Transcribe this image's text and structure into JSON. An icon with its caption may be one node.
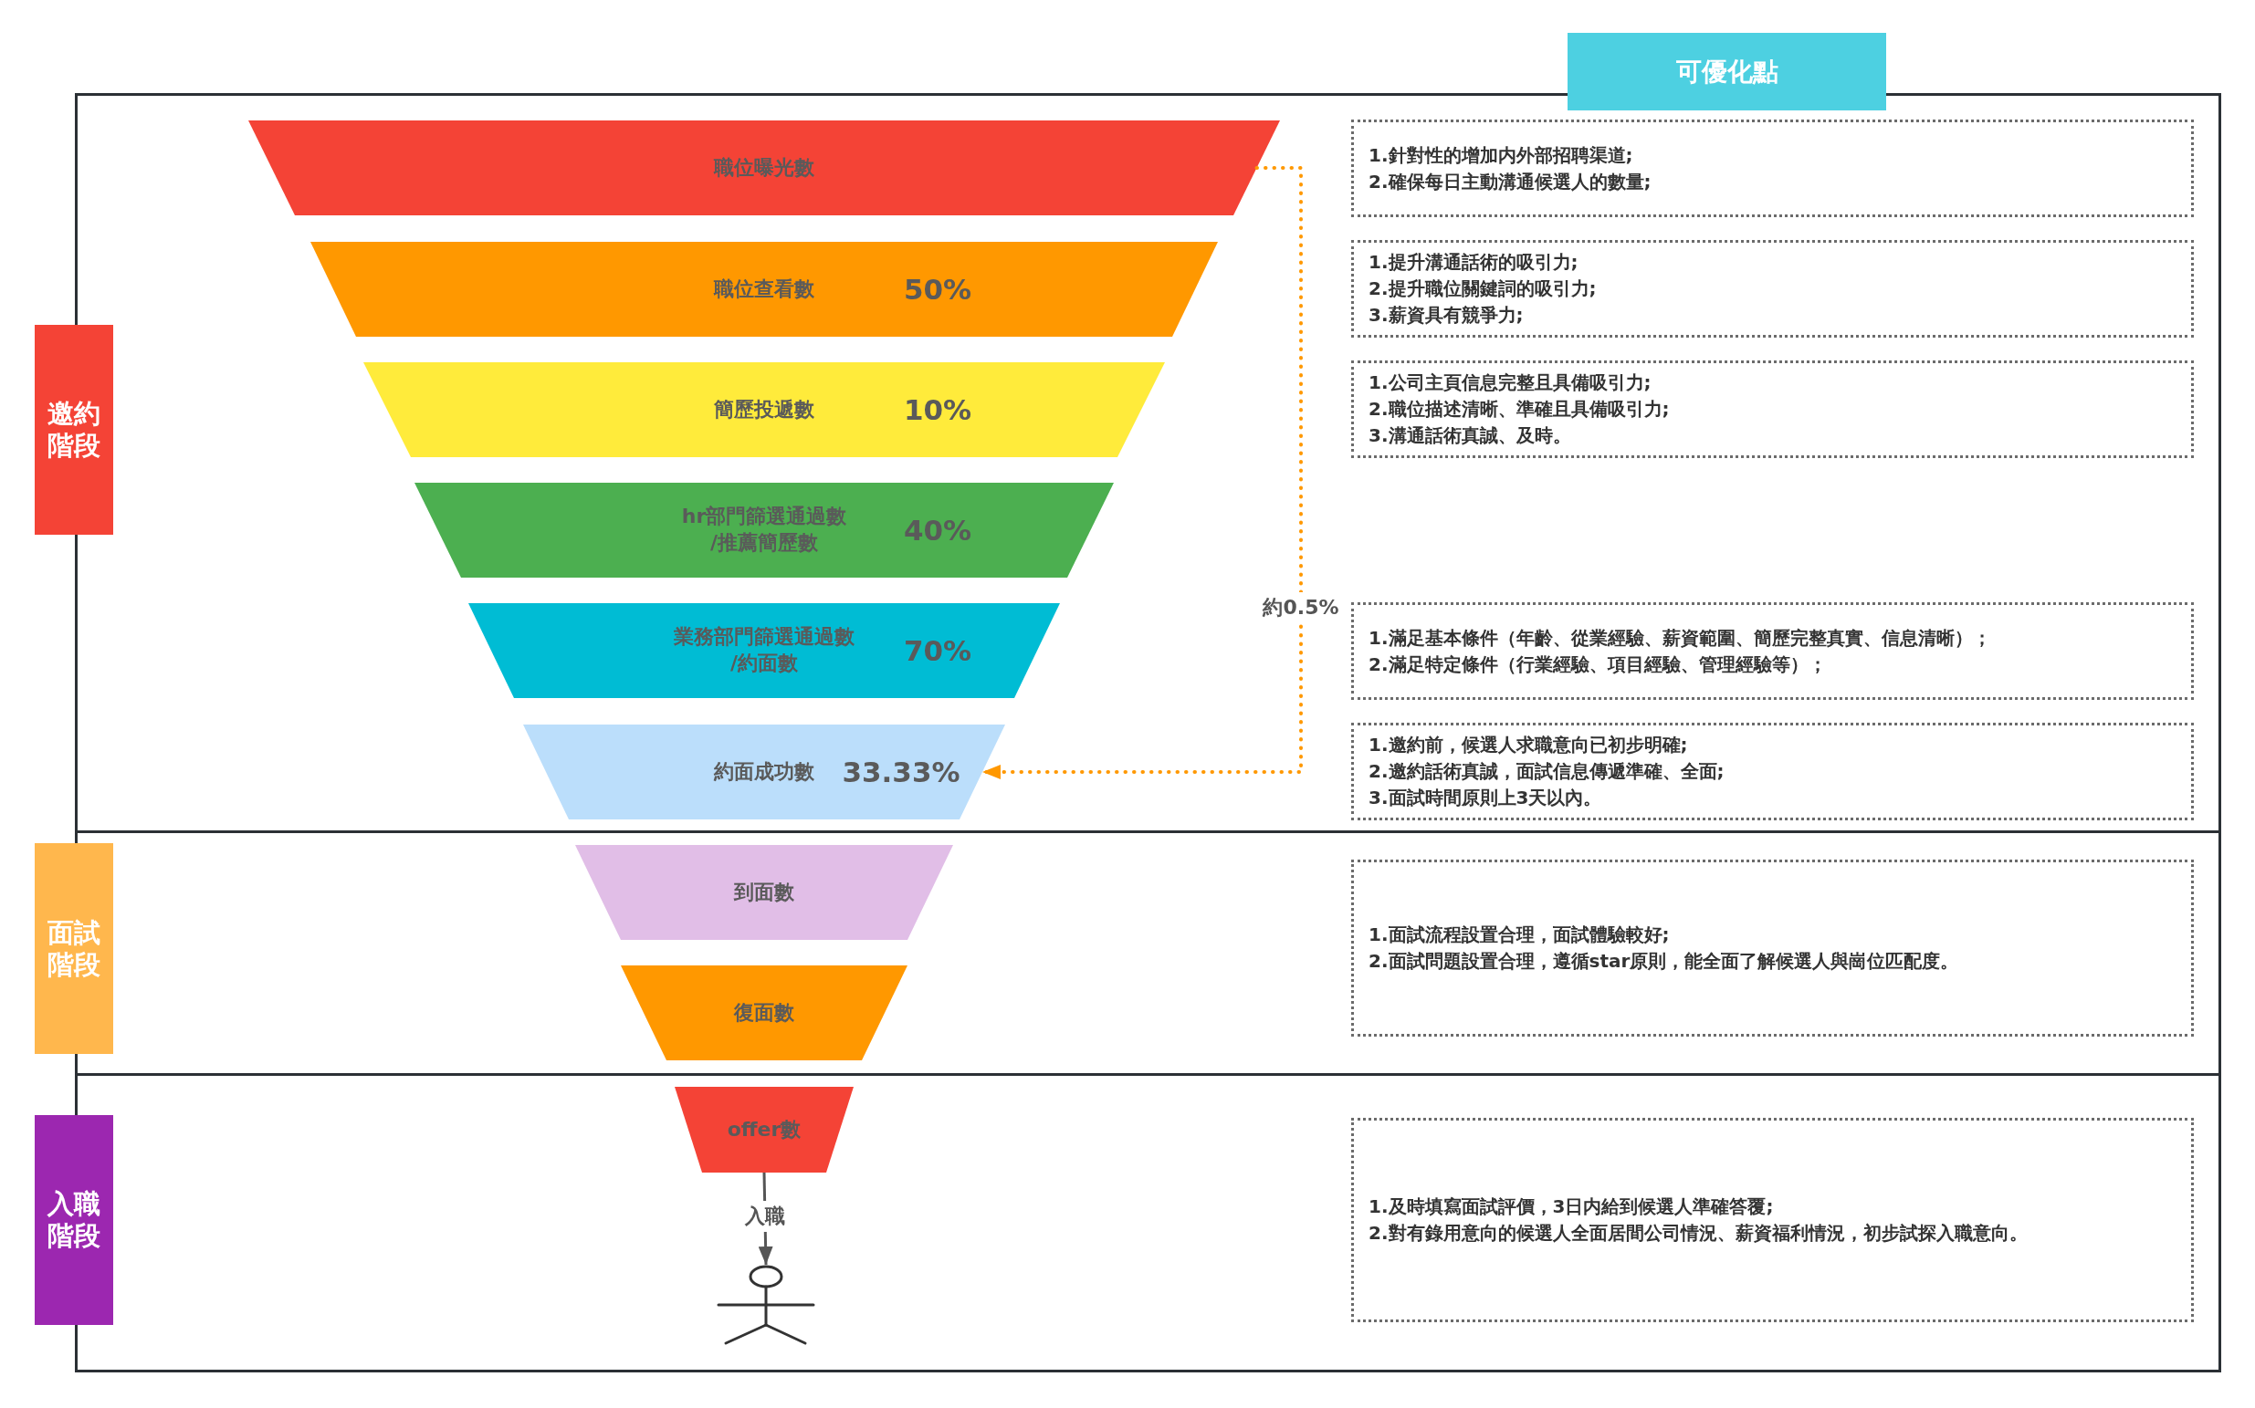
{
  "diagram": {
    "nodes": [
      {
        "text": [
          "可優化點"
        ]
      },
      {
        "text": [
          "邀約階段"
        ]
      },
      {
        "text": [
          "面試階段"
        ]
      },
      {
        "text": [
          "入職階段"
        ]
      },
      {
        "text": [
          "職位曝光數"
        ]
      },
      {
        "text": [
          "職位查看數",
          "50%"
        ]
      },
      {
        "text": [
          "簡歷投遞數",
          "10%"
        ]
      },
      {
        "text": [
          "hr部門篩選通過數/推薦簡歷數",
          "40%"
        ]
      },
      {
        "text": [
          "業務部門篩選通過數/約面數",
          "70%"
        ]
      },
      {
        "text": [
          "約面成功數",
          "33.33%"
        ]
      },
      {
        "text": [
          "到面數"
        ]
      },
      {
        "text": [
          "復面數"
        ]
      },
      {
        "text": [
          "offer數"
        ]
      },
      {
        "text": [],
        "shape": "person"
      },
      {
        "text": [
          "1.針對性的增加内外部招聘渠道;",
          "2.確保每日主動溝通候選人的數量;"
        ]
      },
      {
        "text": [
          "1.提升溝通話術的吸引力;",
          "2.提升職位關鍵詞的吸引力;",
          "3.薪資具有競爭力;"
        ]
      },
      {
        "text": [
          "1.公司主頁信息完整且具備吸引力;",
          "2.職位描述清晰、準確且具備吸引力;",
          "3.溝通話術真誠、及時。"
        ]
      },
      {
        "text": [
          "1.滿足基本條件（年齡、從業經驗、薪資範圍、簡歷完整真實、信息清晰）；",
          "2.滿足特定條件（行業經驗、項目經驗、管理經驗等）；"
        ]
      },
      {
        "text": [
          "1.邀約前，候選人求職意向已初步明確;",
          "2.邀約話術真誠，面試信息傳遞準確、全面;",
          "3.面試時間原則上3天以內。"
        ]
      },
      {
        "text": [
          "1.面試流程設置合理，面試體驗較好;",
          "2.面試問題設置合理，遵循star原則，能全面了解候選人與崗位匹配度。"
        ]
      },
      {
        "text": [
          "1.及時填寫面試評價，3日内給到候選人準確答覆;",
          "2.對有錄用意向的候選人全面居間公司情況、薪資福利情況，初步試探入職意向。"
        ]
      }
    ],
    "edges": [
      {
        "from": 4,
        "to": 9,
        "arrow": "to",
        "label": "約0.5%",
        "style": "dashed",
        "color": "#ff9800"
      },
      {
        "from": 12,
        "to": 13,
        "arrow": "to",
        "label": "入職",
        "color": "#555555"
      }
    ]
  }
}
